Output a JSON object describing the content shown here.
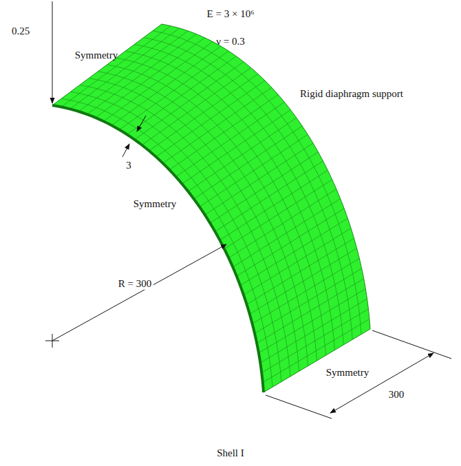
{
  "diagram": {
    "caption": "Shell I",
    "labels": [
      "0.25",
      "E = 3 × 10⁶",
      "ν = 0.3",
      "Symmetry",
      "Rigid diaphragm support",
      "3",
      "Symmetry",
      "R = 300",
      "Symmetry",
      "300"
    ]
  }
}
